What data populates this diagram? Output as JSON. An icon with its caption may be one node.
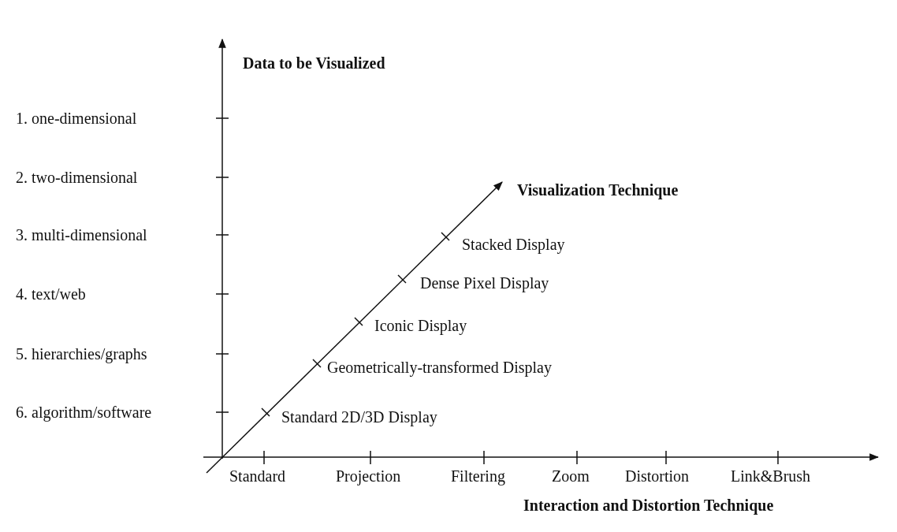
{
  "diagram": {
    "labels": [
      "Data to be Visualized",
      "1. one-dimensional",
      "2. two-dimensional",
      "Visualization Technique",
      "3. multi-dimensional",
      "Stacked Display",
      "4. text/web",
      "Dense Pixel Display",
      "Iconic Display",
      "5. hierarchies/graphs",
      "Geometrically-transformed Display",
      "6. algorithm/software",
      "Standard 2D/3D Display",
      "Standard",
      "Projection",
      "Filtering",
      "Zoom",
      "Distortion",
      "Link&Brush",
      "Interaction and Distortion Technique"
    ]
  }
}
